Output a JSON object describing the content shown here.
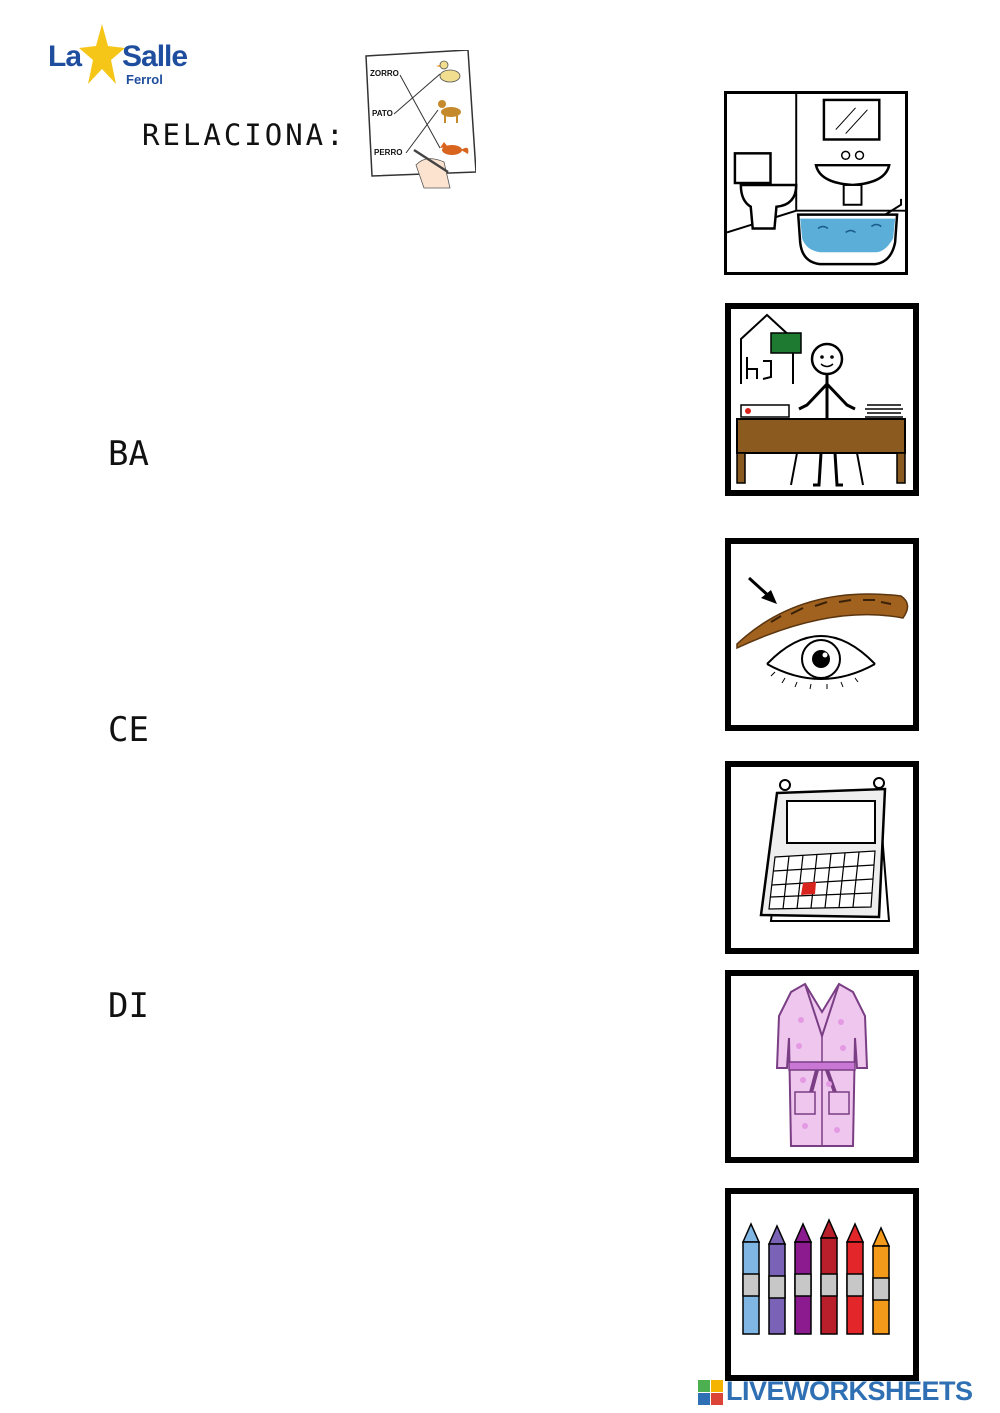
{
  "logo": {
    "left_text": "La",
    "right_text": "Salle",
    "sub_text": "Ferrol",
    "color": "#1f4e9e",
    "star_color": "#f5c518"
  },
  "instruction": {
    "text": "RELACIONA:"
  },
  "example_card": {
    "words": [
      "ZORRO",
      "PATO",
      "PERRO"
    ]
  },
  "syllables": [
    "BA",
    "CE",
    "DI"
  ],
  "pictures": [
    {
      "name": "bathroom-picture",
      "subject": "bathroom"
    },
    {
      "name": "office-desk-picture",
      "subject": "desk"
    },
    {
      "name": "eyebrow-picture",
      "subject": "eyebrow"
    },
    {
      "name": "calendar-picture",
      "subject": "calendar"
    },
    {
      "name": "bathrobe-picture",
      "subject": "bathrobe"
    },
    {
      "name": "crayons-picture",
      "subject": "crayons"
    }
  ],
  "footer": {
    "brand": "LIVEWORKSHEETS"
  }
}
